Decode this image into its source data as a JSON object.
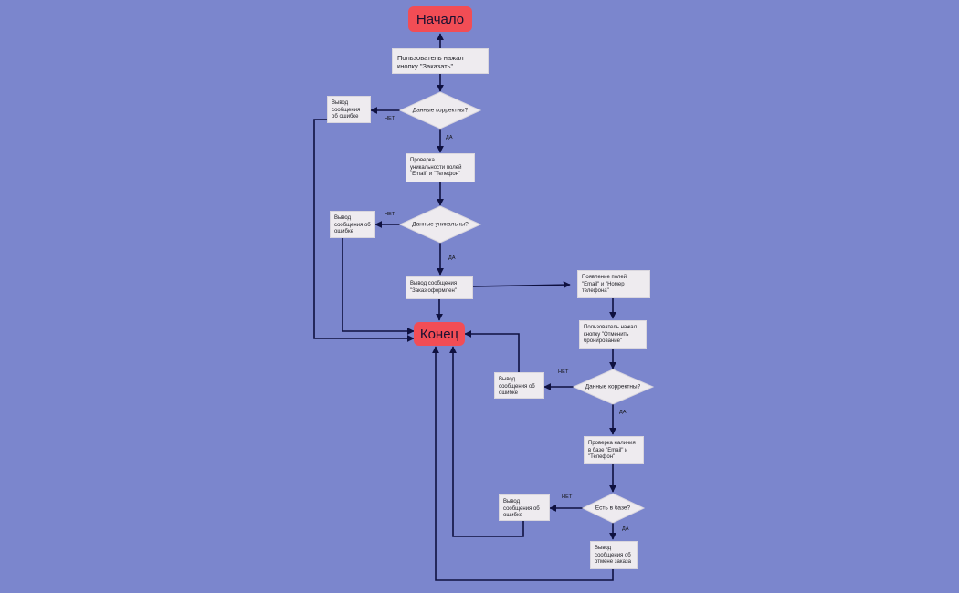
{
  "colors": {
    "background": "#7b86cd",
    "terminal": "#f24d55",
    "box": "#eeebef",
    "line": "#0f1140"
  },
  "nodes": {
    "start": "Начало",
    "end": "Конец",
    "user_order": "Пользователь нажал кнопку \"Заказать\"",
    "check_correct_1": "Данные корректны?",
    "error_1": "Вывод сообщения об ошибке",
    "check_unique_fields": "Проверка уникальности полей \"Email\" и \"Телефон\"",
    "check_unique": "Данные уникальны?",
    "error_2": "Вывод сообщения об ошибке",
    "order_done": "Вывод сообщения \"Заказ оформлен\"",
    "fields_appear": "Появление полей \"Email\" и \"Номер телефона\"",
    "user_cancel": "Пользователь нажал кнопку \"Отменить бронирование\"",
    "check_correct_2": "Данные корректны?",
    "error_3": "Вывод сообщения об ошибке",
    "check_in_db": "Проверка наличия в базе \"Email\" и \"Телефон\"",
    "exists_in_db": "Есть в базе?",
    "error_4": "Вывод сообщения об ошибке",
    "cancel_done": "Вывод сообщения об отмене заказа"
  },
  "edge_labels": {
    "no_1": "НЕТ",
    "yes_1": "ДА",
    "no_2": "НЕТ",
    "yes_2": "ДА",
    "no_3": "НЕТ",
    "yes_3": "ДА",
    "no_4": "НЕТ",
    "yes_4": "ДА"
  }
}
